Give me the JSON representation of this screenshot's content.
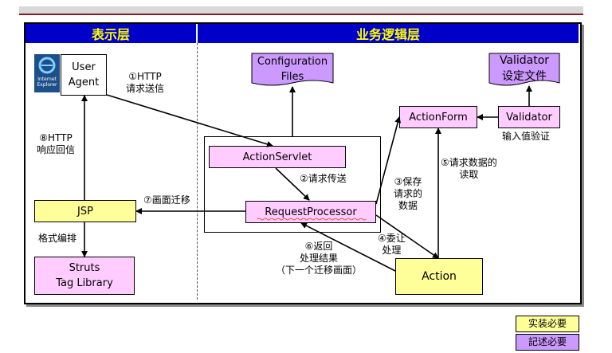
{
  "headers": {
    "presentation": "表示层",
    "business": "业务逻辑层"
  },
  "components": {
    "user_agent": "User\nAgent",
    "ie_label": "Internet\nExplorer",
    "config_files": "Configuration\nFiles",
    "validator_def": "Validator\n设定文件",
    "action_servlet": "ActionServlet",
    "request_processor": "RequestProcessor",
    "action_form": "ActionForm",
    "validator": "Validator",
    "jsp": "JSP",
    "struts_tag": "Struts\nTag Library",
    "action": "Action"
  },
  "labels": {
    "http_request": "①HTTP\n请求送信",
    "request_forward": "②请求传送",
    "save_request": "③保存\n请求的\n数据",
    "delegate": "④委让\n处理",
    "read_data": "⑤请求数据的\n读取",
    "return_result": "⑥返回\n处理结果\n（下一个迁移画面）",
    "screen_transition": "⑦画面迁移",
    "http_response": "⑧HTTP\n响应回信",
    "format_edit": "格式编排",
    "input_validation": "输入值验证"
  },
  "legend": {
    "implement": "实装必要",
    "describe": "記述必要"
  },
  "colors": {
    "header_bg": "#0000c8",
    "header_text": "#ffff00",
    "pink": "#ffccff",
    "yellow": "#ffff99",
    "violet": "#cc99ff"
  }
}
